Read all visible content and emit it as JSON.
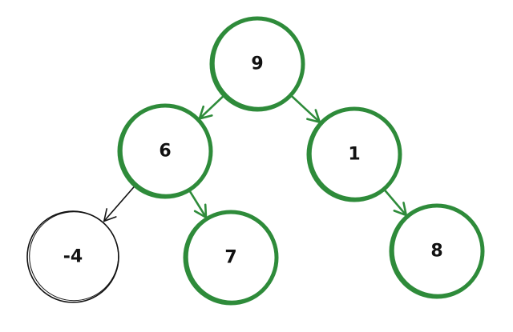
{
  "colors": {
    "highlight": "#2e8b3a",
    "default": "#111111",
    "background": "#ffffff"
  },
  "tree": {
    "nodes": [
      {
        "id": "n9",
        "label": "9",
        "highlighted": true
      },
      {
        "id": "n6",
        "label": "6",
        "highlighted": true
      },
      {
        "id": "n1",
        "label": "1",
        "highlighted": true
      },
      {
        "id": "nm4",
        "label": "-4",
        "highlighted": false
      },
      {
        "id": "n7",
        "label": "7",
        "highlighted": true
      },
      {
        "id": "n8",
        "label": "8",
        "highlighted": true
      }
    ],
    "edges": [
      {
        "from": "n9",
        "to": "n6",
        "highlighted": true
      },
      {
        "from": "n9",
        "to": "n1",
        "highlighted": true
      },
      {
        "from": "n6",
        "to": "nm4",
        "highlighted": false
      },
      {
        "from": "n6",
        "to": "n7",
        "highlighted": true
      },
      {
        "from": "n1",
        "to": "n8",
        "highlighted": true
      }
    ]
  }
}
